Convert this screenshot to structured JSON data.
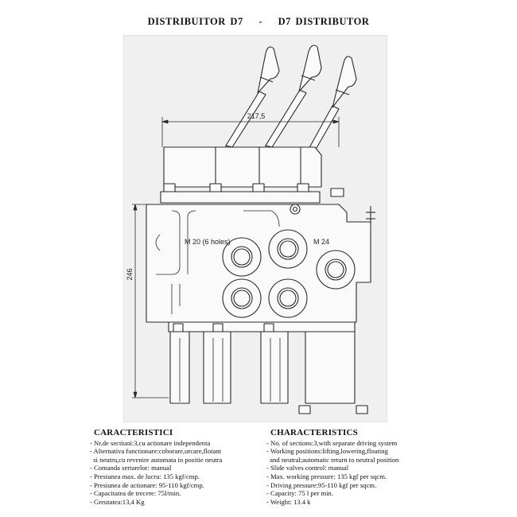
{
  "header": {
    "title_ro": "DISTRIBUITOR D7",
    "separator": "-",
    "title_en": "D7 DISTRIBUTOR"
  },
  "drawing": {
    "dim_width": "217,5",
    "dim_height": "246",
    "label_ports_small": "M 20  (6 holes)",
    "label_port_large": "M 24"
  },
  "characteristics_ro": {
    "heading": "CARACTERISTICI",
    "items": [
      "- Nr.de sectiuni:3,cu actionare independenta",
      "- Alternativa functionare:coborare,urcare,flotant",
      "  si neutru,cu revenire automata in pozitie neutra",
      "- Comanda sertarelor: manual",
      "- Presiunea max. de lucru: 135 kgf/cmp.",
      "- Presiunea de actionare: 95-110 kgf/cmp.",
      "- Capacitatea de trecere: 75l/min.",
      "- Greutatea:13,4 Kg"
    ]
  },
  "characteristics_en": {
    "heading": "CHARACTERISTICS",
    "items": [
      "- No. of sections:3,with separate driving system",
      "- Working positions:lifting,lowering,floating",
      "  and neutral;automatic return to neutral position",
      "- Slide valves control: manual",
      "- Max. working pressure: 135 kgf per sqcm.",
      "- Driving pressure:95-110 kgf per sqcm.",
      "- Capacity: 75 l per min.",
      "- Weight: 13.4 k"
    ]
  }
}
